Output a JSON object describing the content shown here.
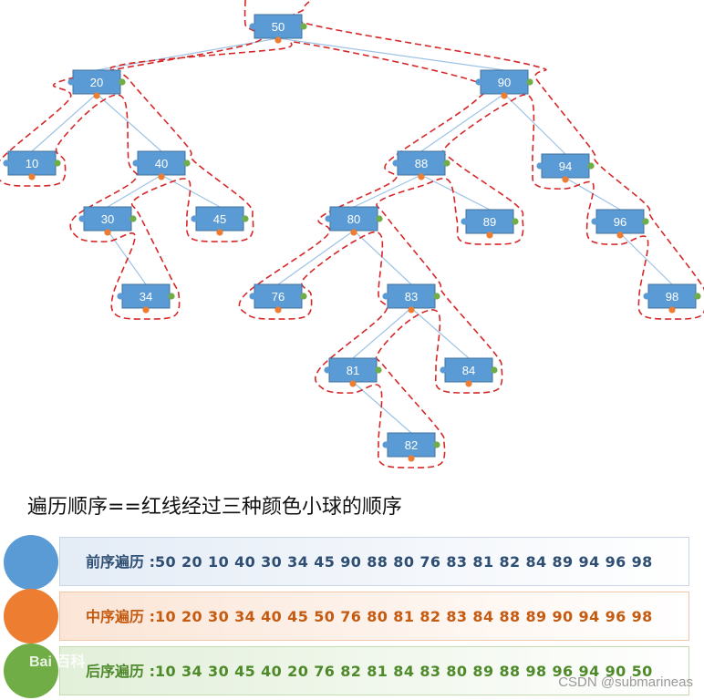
{
  "colors": {
    "node_fill": "#5b9bd5",
    "edge": "#9dc3e6",
    "path": "#d62728",
    "pre": "#5b9bd5",
    "in": "#ed7d31",
    "post": "#70ad47",
    "pre_text": "#2e4e73",
    "in_text": "#c55a11",
    "post_text": "#4e8a2a"
  },
  "tree": {
    "nodes": [
      "50",
      "20",
      "90",
      "10",
      "40",
      "30",
      "45",
      "34",
      "88",
      "94",
      "80",
      "89",
      "96",
      "76",
      "83",
      "98",
      "81",
      "84",
      "82"
    ],
    "edges": [
      [
        "50",
        "20"
      ],
      [
        "50",
        "90"
      ],
      [
        "20",
        "10"
      ],
      [
        "20",
        "40"
      ],
      [
        "40",
        "30"
      ],
      [
        "40",
        "45"
      ],
      [
        "30",
        "34"
      ],
      [
        "90",
        "88"
      ],
      [
        "90",
        "94"
      ],
      [
        "88",
        "80"
      ],
      [
        "88",
        "89"
      ],
      [
        "80",
        "76"
      ],
      [
        "80",
        "83"
      ],
      [
        "83",
        "81"
      ],
      [
        "83",
        "84"
      ],
      [
        "81",
        "82"
      ],
      [
        "94",
        "96"
      ],
      [
        "96",
        "98"
      ]
    ]
  },
  "caption": "遍历顺序==红线经过三种颜色小球的顺序",
  "traversals": [
    {
      "key": "pre",
      "label": "前序遍历 :",
      "sequence": "50  20  10  40  30  34  45  90  88  80  76  83  81  82  84  89  94  96  98"
    },
    {
      "key": "in",
      "label": "中序遍历 :",
      "sequence": "10  20  30  34  40  45  50  76  80  81  82  83  84  88  89  90  94  96  98"
    },
    {
      "key": "post",
      "label": "后序遍历 :",
      "sequence": "10  34  30  45  40  20  76  82  81  84  83  80  89  88  98  96  94  90  50"
    }
  ],
  "watermarks": {
    "baidu": "Bai 百科",
    "csdn": "CSDN @submarineas"
  }
}
